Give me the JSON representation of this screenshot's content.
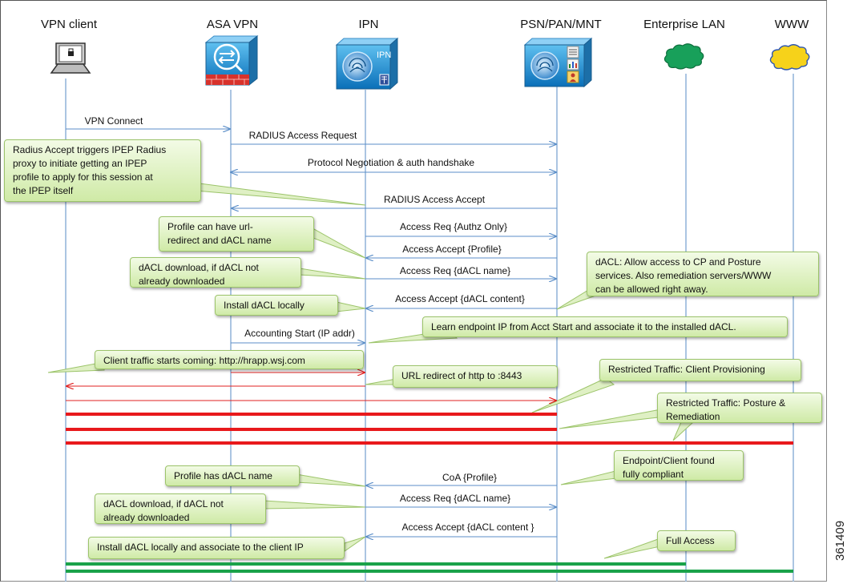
{
  "participants": [
    {
      "id": "vpn",
      "label": "VPN client"
    },
    {
      "id": "asa",
      "label": "ASA VPN"
    },
    {
      "id": "ipn",
      "label": "IPN",
      "icon_text": "IPN"
    },
    {
      "id": "psn",
      "label": "PSN/PAN/MNT"
    },
    {
      "id": "lan",
      "label": "Enterprise LAN"
    },
    {
      "id": "www",
      "label": "WWW"
    }
  ],
  "messages": [
    {
      "id": "vpn-connect",
      "label": "VPN Connect",
      "from": "vpn",
      "to": "asa",
      "color": "#5b8ec8"
    },
    {
      "id": "radius-access-request",
      "label": "RADIUS Access Request",
      "from": "asa",
      "to": "psn",
      "color": "#5b8ec8"
    },
    {
      "id": "protocol-negotiation",
      "label": "Protocol Negotiation & auth handshake",
      "from": "asa",
      "to": "psn",
      "bidirectional": true,
      "color": "#5b8ec8"
    },
    {
      "id": "radius-access-accept",
      "label": "RADIUS Access Accept",
      "from": "psn",
      "to": "asa",
      "color": "#5b8ec8"
    },
    {
      "id": "access-req-authz",
      "label": "Access Req {Authz Only}",
      "from": "ipn",
      "to": "psn",
      "color": "#5b8ec8"
    },
    {
      "id": "access-accept-profile",
      "label": "Access Accept {Profile}",
      "from": "psn",
      "to": "ipn",
      "color": "#5b8ec8"
    },
    {
      "id": "access-req-dacl-1",
      "label": "Access Req {dACL name}",
      "from": "ipn",
      "to": "psn",
      "color": "#5b8ec8"
    },
    {
      "id": "access-accept-dacl-1",
      "label": "Access Accept {dACL content}",
      "from": "psn",
      "to": "ipn",
      "color": "#5b8ec8"
    },
    {
      "id": "accounting-start",
      "label": "Accounting Start (IP addr)",
      "from": "asa",
      "to": "ipn",
      "color": "#5b8ec8"
    },
    {
      "id": "client-traffic",
      "label": "",
      "from": "asa",
      "to": "ipn",
      "color": "#e02020"
    },
    {
      "id": "url-redirect",
      "label": "",
      "from": "ipn",
      "to": "vpn",
      "color": "#e02020"
    },
    {
      "id": "client-to-psn",
      "label": "",
      "from": "vpn",
      "to": "psn",
      "color": "#e02020"
    },
    {
      "id": "coa-profile",
      "label": "CoA {Profile}",
      "from": "psn",
      "to": "ipn",
      "color": "#5b8ec8"
    },
    {
      "id": "access-req-dacl-2",
      "label": "Access Req {dACL name}",
      "from": "ipn",
      "to": "psn",
      "color": "#5b8ec8"
    },
    {
      "id": "access-accept-dacl-2",
      "label": "Access Accept {dACL content }",
      "from": "psn",
      "to": "ipn",
      "color": "#5b8ec8"
    }
  ],
  "traffic_bars": [
    {
      "id": "restricted-provisioning",
      "from": "vpn",
      "to": "psn",
      "color": "#e8191c"
    },
    {
      "id": "restricted-posture",
      "from": "vpn",
      "to": "psn",
      "color": "#e8191c"
    },
    {
      "id": "restricted-www",
      "from": "vpn",
      "to": "www",
      "color": "#e8191c"
    },
    {
      "id": "full-access-lan",
      "from": "vpn",
      "to": "lan",
      "color": "#1aa24a"
    },
    {
      "id": "full-access-www",
      "from": "vpn",
      "to": "www",
      "color": "#1aa24a"
    }
  ],
  "notes": [
    {
      "id": "note-radius-accept",
      "text": "Radius Accept triggers  IPEP Radius\nproxy to initiate getting an IPEP\nprofile to apply for this session at\nthe IPEP itself"
    },
    {
      "id": "note-profile-url",
      "text": "Profile  can have url-\nredirect and dACL name"
    },
    {
      "id": "note-dacl-download-1",
      "text": "dACL download, if dACL not\nalready downloaded"
    },
    {
      "id": "note-install-dacl",
      "text": "Install dACL locally"
    },
    {
      "id": "note-dacl-allow",
      "text": "dACL: Allow access to CP and Posture\nservices. Also remediation servers/WWW\ncan be allowed right away."
    },
    {
      "id": "note-learn-ip",
      "text": "Learn endpoint IP from Acct Start and associate it to the installed dACL."
    },
    {
      "id": "note-client-traffic",
      "text": "Client traffic starts coming: http://hrapp.wsj.com"
    },
    {
      "id": "note-url-redirect",
      "text": "URL redirect of http to :8443"
    },
    {
      "id": "note-restricted-provisioning",
      "text": "Restricted Traffic: Client Provisioning"
    },
    {
      "id": "note-restricted-posture",
      "text": "Restricted Traffic: Posture &\nRemediation"
    },
    {
      "id": "note-compliant",
      "text": "Endpoint/Client found\nfully compliant"
    },
    {
      "id": "note-profile-has-dacl",
      "text": "Profile  has dACL name"
    },
    {
      "id": "note-dacl-download-2",
      "text": "dACL download, if dACL not\nalready downloaded"
    },
    {
      "id": "note-install-associate",
      "text": "Install dACL locally and associate to the client IP"
    },
    {
      "id": "note-full-access",
      "text": "Full Access"
    }
  ],
  "figure_number": "361409",
  "colors": {
    "arrow": "#5b8ec8",
    "restricted": "#e8191c",
    "full_access": "#1aa24a",
    "lifeline": "#8fb2d8",
    "note_border": "#9cc46a"
  }
}
